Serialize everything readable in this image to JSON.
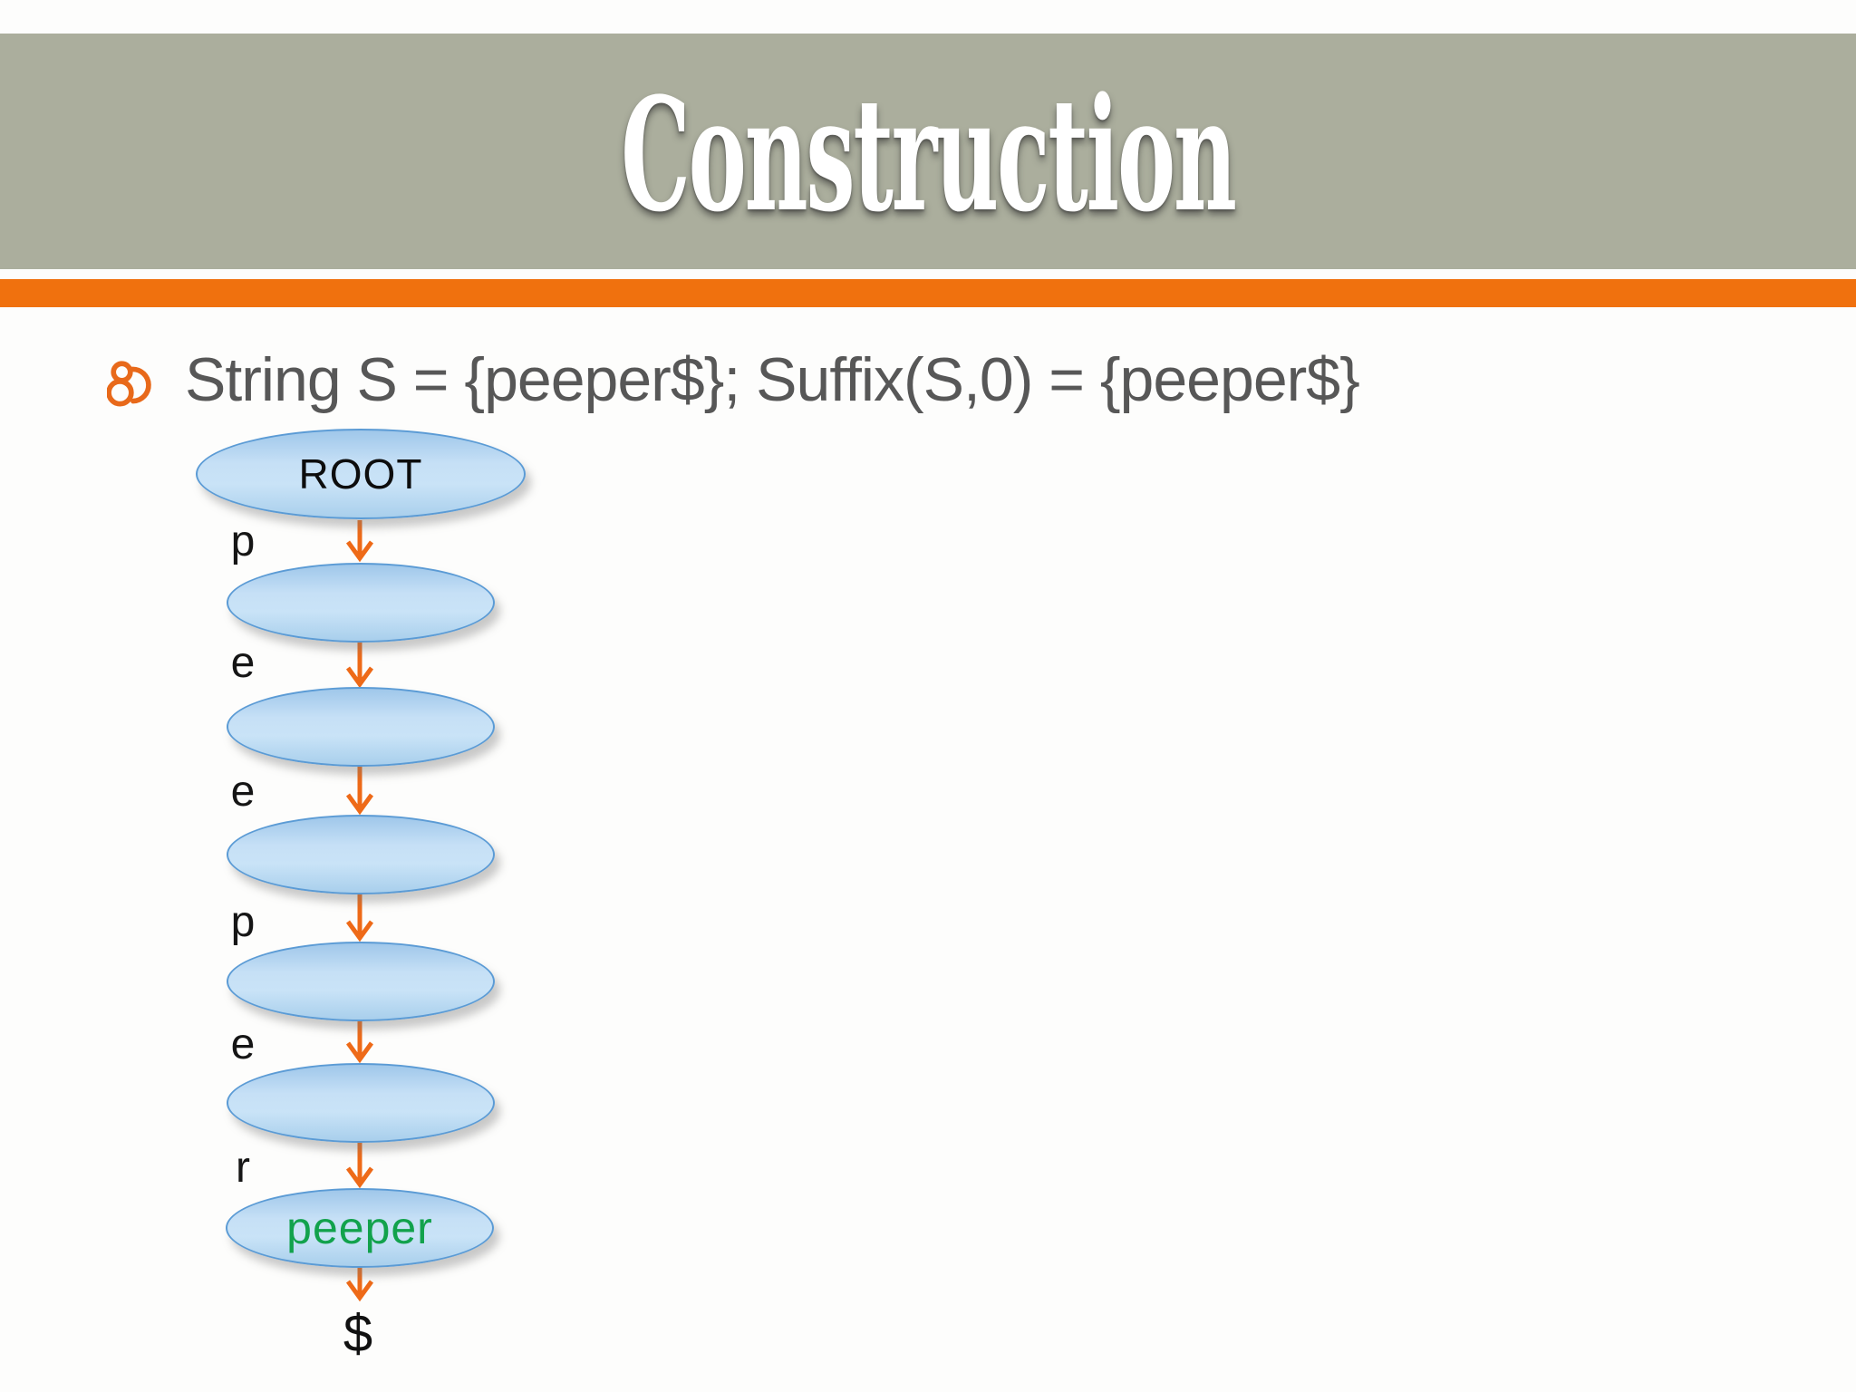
{
  "slide": {
    "title": "Construction",
    "bullet_text": "String S = {peeper$}; Suffix(S,0) = {peeper$}"
  },
  "colors": {
    "header_band": "#abae9d",
    "accent_stripe": "#f0710e",
    "arrow": "#ee6a18",
    "bullet_glyph": "#e8691a",
    "body_text": "#575757",
    "node_border": "#5b9bd5",
    "node_fill_light": "#c9e3f7",
    "node_fill_dark": "#9fc7ea",
    "leaf_text": "#12a24c"
  },
  "diagram": {
    "root_label": "ROOT",
    "edge_labels": [
      "p",
      "e",
      "e",
      "p",
      "e",
      "r"
    ],
    "leaf_label": "peeper",
    "terminal_label": "$"
  }
}
